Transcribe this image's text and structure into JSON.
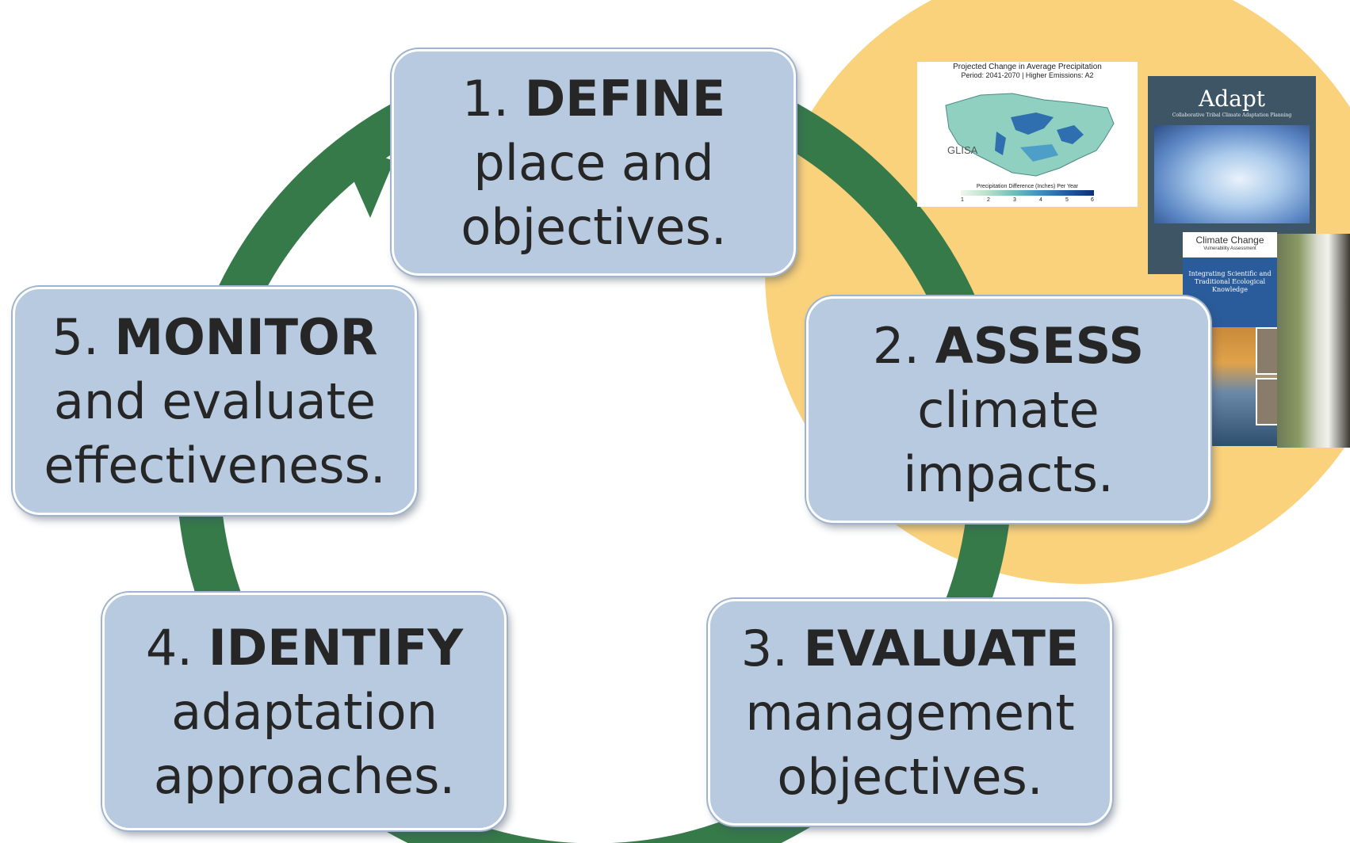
{
  "colors": {
    "arrow": "#367a4a",
    "box_fill": "#b7cae0",
    "box_border": "#ffffff",
    "highlight": "#fad27c",
    "text": "#262626"
  },
  "steps": [
    {
      "number": "1.",
      "keyword": "DEFINE",
      "lines": [
        "place and",
        "objectives."
      ]
    },
    {
      "number": "2.",
      "keyword": "ASSESS",
      "lines": [
        "climate",
        "impacts."
      ]
    },
    {
      "number": "3.",
      "keyword": "EVALUATE",
      "lines": [
        "management",
        "objectives."
      ]
    },
    {
      "number": "4.",
      "keyword": "IDENTIFY",
      "lines": [
        "adaptation",
        "approaches."
      ]
    },
    {
      "number": "5.",
      "keyword": "MONITOR",
      "lines": [
        "and evaluate",
        "effectiveness."
      ]
    }
  ],
  "resources": {
    "map": {
      "title": "Projected Change in Average Precipitation",
      "subtitle": "Period: 2041-2070 | Higher Emissions: A2",
      "logo": "GLISA",
      "legend_label": "Precipitation Difference (Inches) Per Year",
      "legend_ticks": [
        "1",
        "2",
        "3",
        "4",
        "5",
        "6"
      ]
    },
    "adapt": {
      "title": "Adapt",
      "subtitle": "Collaborative Tribal Climate Adaptation Planning"
    },
    "cva": {
      "title": "Climate Change",
      "subtitle": "Vulnerability Assessment",
      "body": "Integrating Scientific and Traditional Ecological Knowledge"
    }
  }
}
